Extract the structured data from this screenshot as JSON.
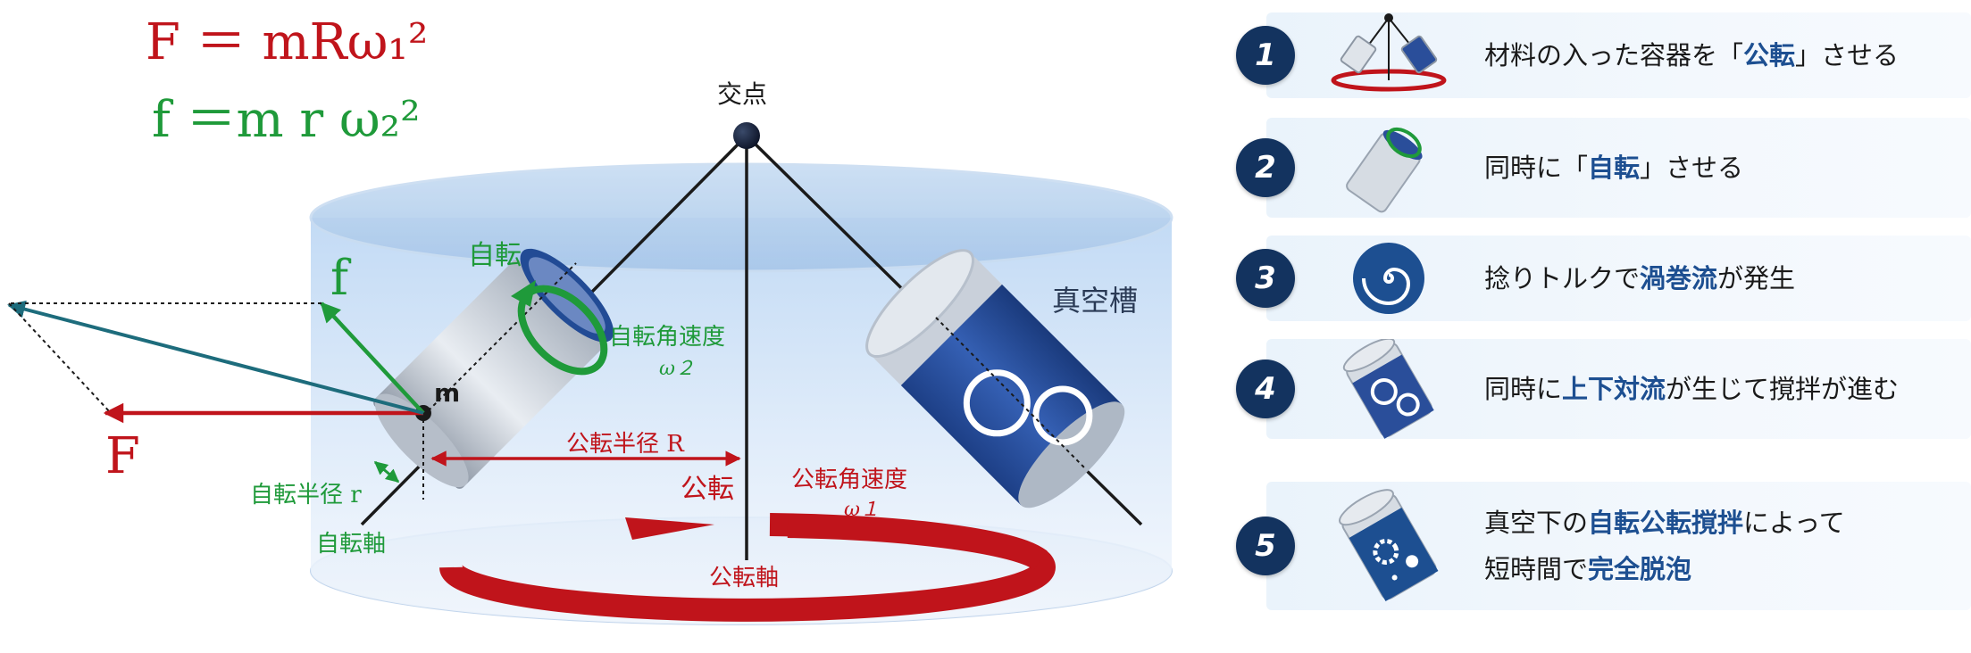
{
  "formulas": {
    "F_line": "F ＝ mRω₁²",
    "f_line": "f ＝m r ω₂²"
  },
  "labels": {
    "intersection": "交点",
    "vacuum_tank": "真空槽",
    "rotation": "自転",
    "rotation_angular_velocity": "自転角速度",
    "omega2": "ω２",
    "mass": "m",
    "force_small": "f",
    "force_large": "F",
    "revolution_radius": "公転半径 R",
    "rotation_radius": "自転半径 r",
    "revolution": "公転",
    "revolution_angular_velocity": "公転角速度",
    "omega1": "ω１",
    "rotation_axis": "自転軸",
    "revolution_axis": "公転軸"
  },
  "steps": [
    {
      "number": "1",
      "parts": [
        {
          "t": "材料の入った容器を「",
          "h": false
        },
        {
          "t": "公転",
          "h": true
        },
        {
          "t": "」させる",
          "h": false
        }
      ]
    },
    {
      "number": "2",
      "parts": [
        {
          "t": "同時に「",
          "h": false
        },
        {
          "t": "自転",
          "h": true
        },
        {
          "t": "」させる",
          "h": false
        }
      ]
    },
    {
      "number": "3",
      "parts": [
        {
          "t": "捻りトルクで",
          "h": false
        },
        {
          "t": "渦巻流",
          "h": true
        },
        {
          "t": "が発生",
          "h": false
        }
      ]
    },
    {
      "number": "4",
      "parts": [
        {
          "t": "同時に",
          "h": false
        },
        {
          "t": "上下対流",
          "h": true
        },
        {
          "t": "が生じて撹拌が進む",
          "h": false
        }
      ]
    },
    {
      "number": "5",
      "parts": [
        {
          "t": "真空下の",
          "h": false
        },
        {
          "t": "自転公転撹拌",
          "h": true
        },
        {
          "t": "によって",
          "h": false
        }
      ],
      "parts2": [
        {
          "t": "短時間で",
          "h": false
        },
        {
          "t": "完全脱泡",
          "h": true
        }
      ]
    }
  ],
  "colors": {
    "revolution_red": "#c0141b",
    "rotation_green": "#1f9a3a",
    "resultant_teal": "#1d6c7c",
    "navy": "#13335f",
    "highlight_blue": "#1d4f91"
  }
}
